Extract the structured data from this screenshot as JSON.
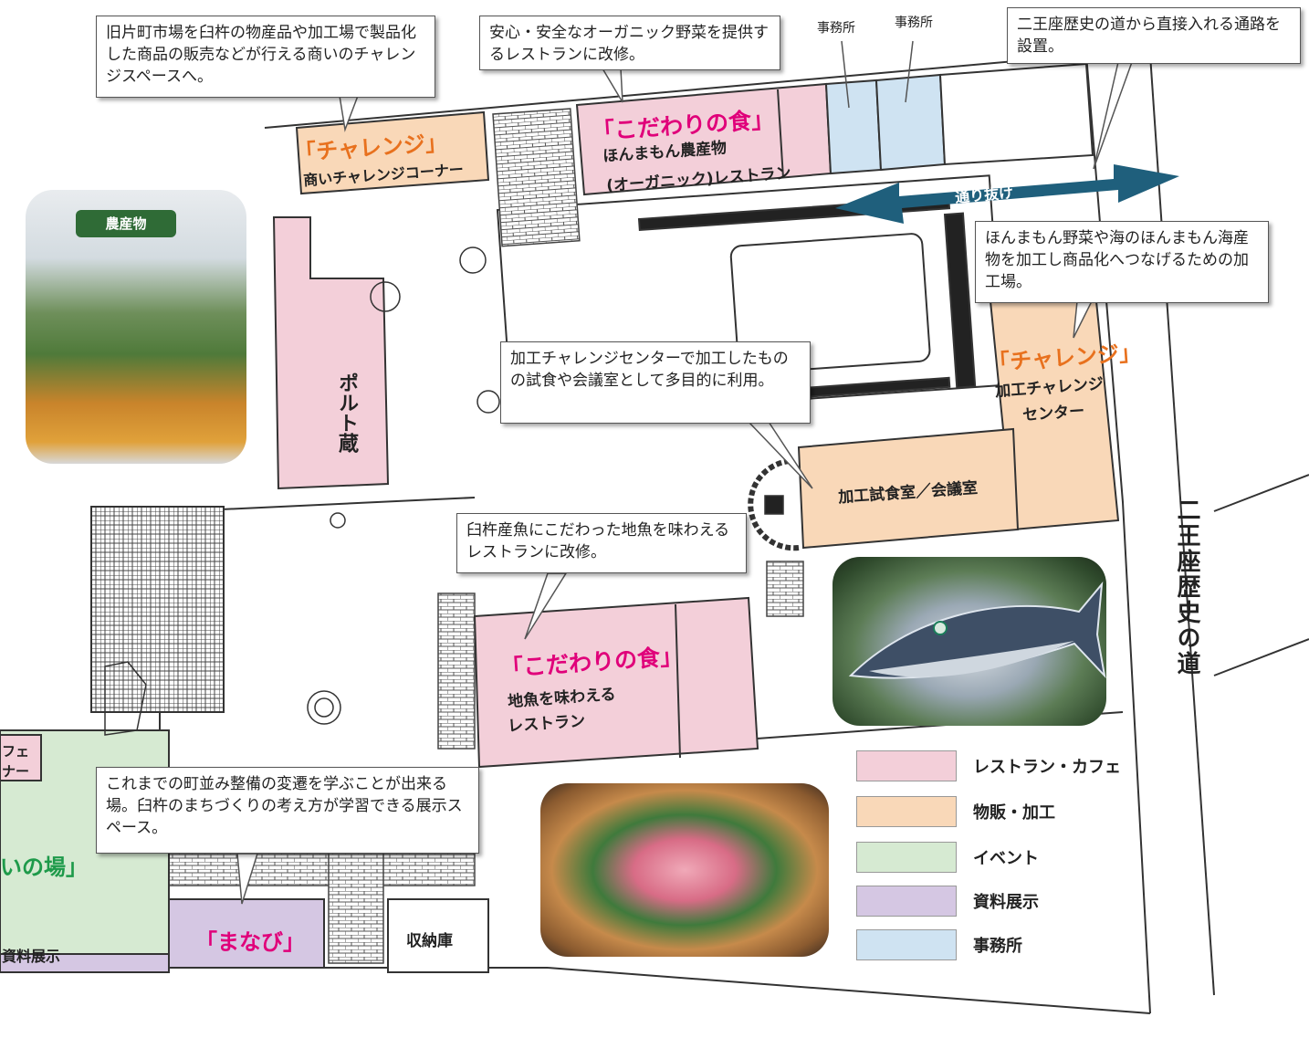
{
  "colors": {
    "restaurant": "#f3cfd9",
    "sales": "#f9d8b8",
    "event": "#d6ead2",
    "exhibit": "#d5c7e3",
    "office": "#cfe3f2",
    "orange_text": "#e8711e",
    "magenta_text": "#e0007a",
    "green_text": "#1e9a4a",
    "arrow": "#1f5f7c"
  },
  "callouts": {
    "challenge_shop": "旧片町市場を臼杵の物産品や加工場で製品化した商品の販売などが行える商いのチャレンジスペースへ。",
    "organic": "安心・安全なオーガニック野菜を提供するレストランに改修。",
    "passage": "二王座歴史の道から直接入れる通路を設置。",
    "processing": "ほんまもん野菜や海のほんまもん海産物を加工し商品化へつなげるための加工場。",
    "tasting": "加工チャレンジセンターで加工したものの試食や会議室として多目的に利用。",
    "fish": "臼杵産魚にこだわった地魚を味わえるレストランに改修。",
    "learning": "これまでの町並み整備の変遷を学ぶことが出来る場。臼杵のまちづくりの考え方が学習できる展示スペース。"
  },
  "labels": {
    "office1": "事務所",
    "office2": "事務所",
    "challenge1_title": "「チャレンジ」",
    "challenge1_sub": "商いチャレンジコーナー",
    "kodawari1_title": "「こだわりの食」",
    "kodawari1_sub1": "ほんまもん農産物",
    "kodawari1_sub2": "(オーガニック)レストラン",
    "passage_arrow": "通り抜け",
    "challenge2_title": "「チャレンジ」",
    "challenge2_sub1": "加工チャレンジ",
    "challenge2_sub2": "センター",
    "port_warehouse": "ポルト蔵",
    "tasting_room": "加工試食室／会議室",
    "kodawari2_title": "「こだわりの食」",
    "kodawari2_sub1": "地魚を味わえる",
    "kodawari2_sub2": "レストラン",
    "manabi": "「まなび」",
    "storage": "収納庫",
    "left_cafe1": "フェ",
    "left_cafe2": "ナー",
    "left_event": "いの場」",
    "left_exhibit": "資料展示",
    "road": "二王座歴史の道",
    "sign": "農産物"
  },
  "legend": [
    {
      "label": "レストラン・カフェ",
      "color": "#f3cfd9"
    },
    {
      "label": "物販・加工",
      "color": "#f9d8b8"
    },
    {
      "label": "イベント",
      "color": "#d6ead2"
    },
    {
      "label": "資料展示",
      "color": "#d5c7e3"
    },
    {
      "label": "事務所",
      "color": "#cfe3f2"
    }
  ]
}
